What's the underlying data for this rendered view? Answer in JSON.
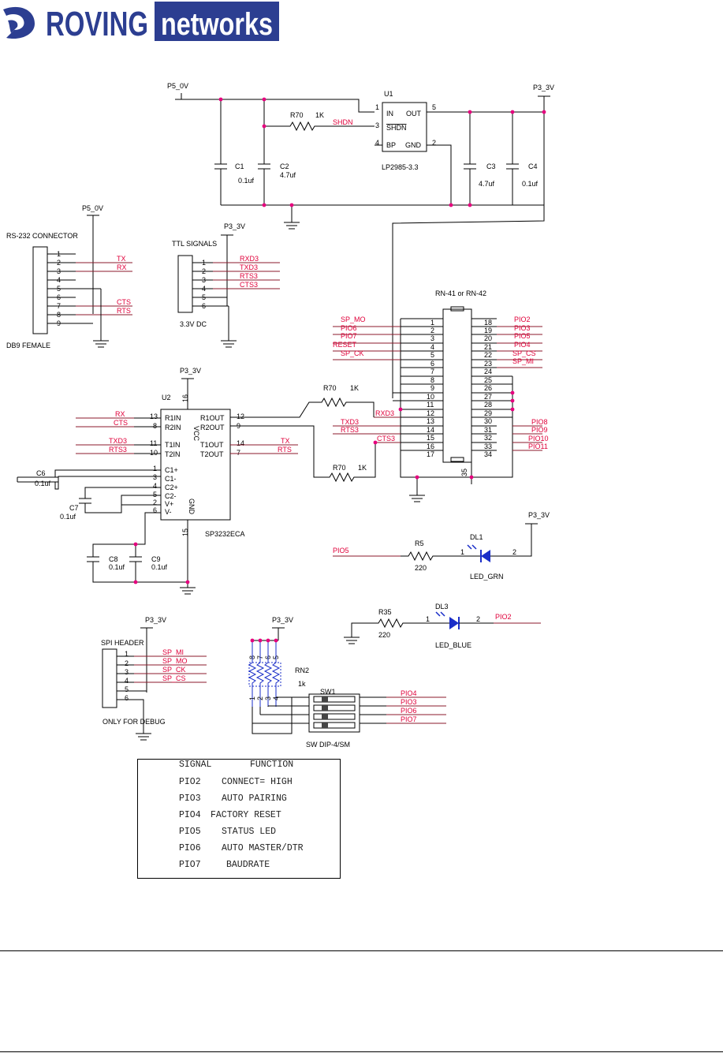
{
  "header": {
    "brand_part1": "ROVING",
    "brand_part2": "networks"
  },
  "regulator": {
    "ref": "U1",
    "part": "LP2985-3.3",
    "pins": {
      "in": "IN",
      "out": "OUT",
      "shdn": "SHDN",
      "bp": "BP",
      "gnd": "GND",
      "n1": "1",
      "n2": "2",
      "n3": "3",
      "n4": "4",
      "n5": "5"
    },
    "net_in": "P5_0V",
    "net_out": "P3_3V",
    "net_shdn": "SHDN",
    "resistor": {
      "ref": "R70",
      "value": "1K"
    },
    "caps": [
      {
        "ref": "C1",
        "value": "0.1uf"
      },
      {
        "ref": "C2",
        "value": "4.7uf"
      },
      {
        "ref": "C3",
        "value": "4.7uf"
      },
      {
        "ref": "C4",
        "value": "0.1uf"
      }
    ]
  },
  "rs232": {
    "title": "RS-232 CONNECTOR",
    "footer": "DB9 FEMALE",
    "net": "P5_0V",
    "pins": [
      "1",
      "2",
      "3",
      "4",
      "5",
      "6",
      "7",
      "8",
      "9"
    ],
    "signals": {
      "tx": "TX",
      "rx": "RX",
      "cts": "CTS",
      "rts": "RTS"
    }
  },
  "ttl": {
    "title": "TTL SIGNALS",
    "footer": "3.3V DC",
    "net": "P3_3V",
    "pins": [
      "1",
      "2",
      "3",
      "4",
      "5",
      "6"
    ],
    "signals": [
      "RXD3",
      "TXD3",
      "RTS3",
      "CTS3"
    ]
  },
  "module": {
    "title": "RN-41 or RN-42",
    "left_pins": [
      "1",
      "2",
      "3",
      "4",
      "5",
      "6",
      "7",
      "8",
      "9",
      "10",
      "11",
      "12",
      "13",
      "14",
      "15",
      "16",
      "17"
    ],
    "right_pins": [
      "18",
      "19",
      "20",
      "21",
      "22",
      "23",
      "24",
      "25",
      "26",
      "27",
      "28",
      "29",
      "30",
      "31",
      "32",
      "33",
      "34"
    ],
    "pin35": "35",
    "left_signals": [
      "SP_MO",
      "PIO6",
      "PIO7",
      "RESET",
      "SP_CK",
      "RXD3",
      "TXD3",
      "RTS3",
      "CTS3"
    ],
    "right_signals": [
      "PIO2",
      "PIO3",
      "PIO5",
      "PIO4",
      "SP_CS",
      "SP_MI",
      "PIO8",
      "PIO9",
      "PIO10",
      "PIO11"
    ],
    "r_top": {
      "ref": "R70",
      "value": "1K"
    },
    "r_bottom": {
      "ref": "R70",
      "value": "1K"
    }
  },
  "transceiver": {
    "ref": "U2",
    "part": "SP3232ECA",
    "net": "P3_3V",
    "pins_left": [
      "R1IN",
      "R2IN",
      "T1IN",
      "T2IN",
      "C1+",
      "C1-",
      "C2+",
      "C2-",
      "V+",
      "V-"
    ],
    "pin_nums_left": [
      "13",
      "8",
      "11",
      "10",
      "1",
      "3",
      "4",
      "5",
      "2",
      "6"
    ],
    "pins_right": [
      "R1OUT",
      "R2OUT",
      "T1OUT",
      "T2OUT"
    ],
    "pin_nums_right": [
      "12",
      "9",
      "14",
      "7"
    ],
    "vcc": "VCC",
    "gnd": "GND",
    "vcc_pin": "16",
    "gnd_pin": "15",
    "in_signals": [
      "RX",
      "CTS",
      "TXD3",
      "RTS3"
    ],
    "out_signals": [
      "TX",
      "RTS"
    ],
    "caps": [
      {
        "ref": "C6",
        "value": "0.1uf"
      },
      {
        "ref": "C7",
        "value": "0.1uf"
      },
      {
        "ref": "C8",
        "value": "0.1uf"
      },
      {
        "ref": "C9",
        "value": "0.1uf"
      }
    ]
  },
  "led_green": {
    "ref": "DL1",
    "name": "LED_GRN",
    "res_ref": "R5",
    "res_value": "220",
    "net_in": "PIO5",
    "net_vcc": "P3_3V",
    "pin1": "1",
    "pin2": "2"
  },
  "led_blue": {
    "ref": "DL3",
    "name": "LED_BLUE",
    "res_ref": "R35",
    "res_value": "220",
    "net_out": "PIO2",
    "pin1": "1",
    "pin2": "2"
  },
  "spi": {
    "title": "SPI HEADER",
    "footer": "ONLY FOR DEBUG",
    "net": "P3_3V",
    "pins": [
      "1",
      "2",
      "3",
      "4",
      "5",
      "6"
    ],
    "signals": [
      "SP_MI",
      "SP_MO",
      "SP_CK",
      "SP_CS"
    ]
  },
  "dip": {
    "rn_ref": "RN2",
    "rn_value": "1k",
    "sw_ref": "SW1",
    "sw_part": "SW DIP-4/SM",
    "net": "P3_3V",
    "rn_top_pins": [
      "8",
      "7",
      "6",
      "5"
    ],
    "rn_bottom_pins": [
      "1",
      "2",
      "3",
      "4"
    ],
    "signals": [
      "PIO4",
      "PIO3",
      "PIO6",
      "PIO7"
    ]
  },
  "signal_table": {
    "headers": [
      "SIGNAL",
      "FUNCTION"
    ],
    "rows": [
      [
        "PIO2",
        "CONNECT= HIGH"
      ],
      [
        "PIO3",
        "AUTO PAIRING"
      ],
      [
        "PIO4",
        "FACTORY RESET"
      ],
      [
        "PIO5",
        "STATUS LED"
      ],
      [
        "PIO6",
        "AUTO MASTER/DTR"
      ],
      [
        "PIO7",
        "BAUDRATE"
      ]
    ]
  },
  "colors": {
    "brand": "#2c3e91",
    "signal_text": "#e0003a",
    "signal_wire": "#8b1a2b",
    "junction": "#e6007e"
  }
}
